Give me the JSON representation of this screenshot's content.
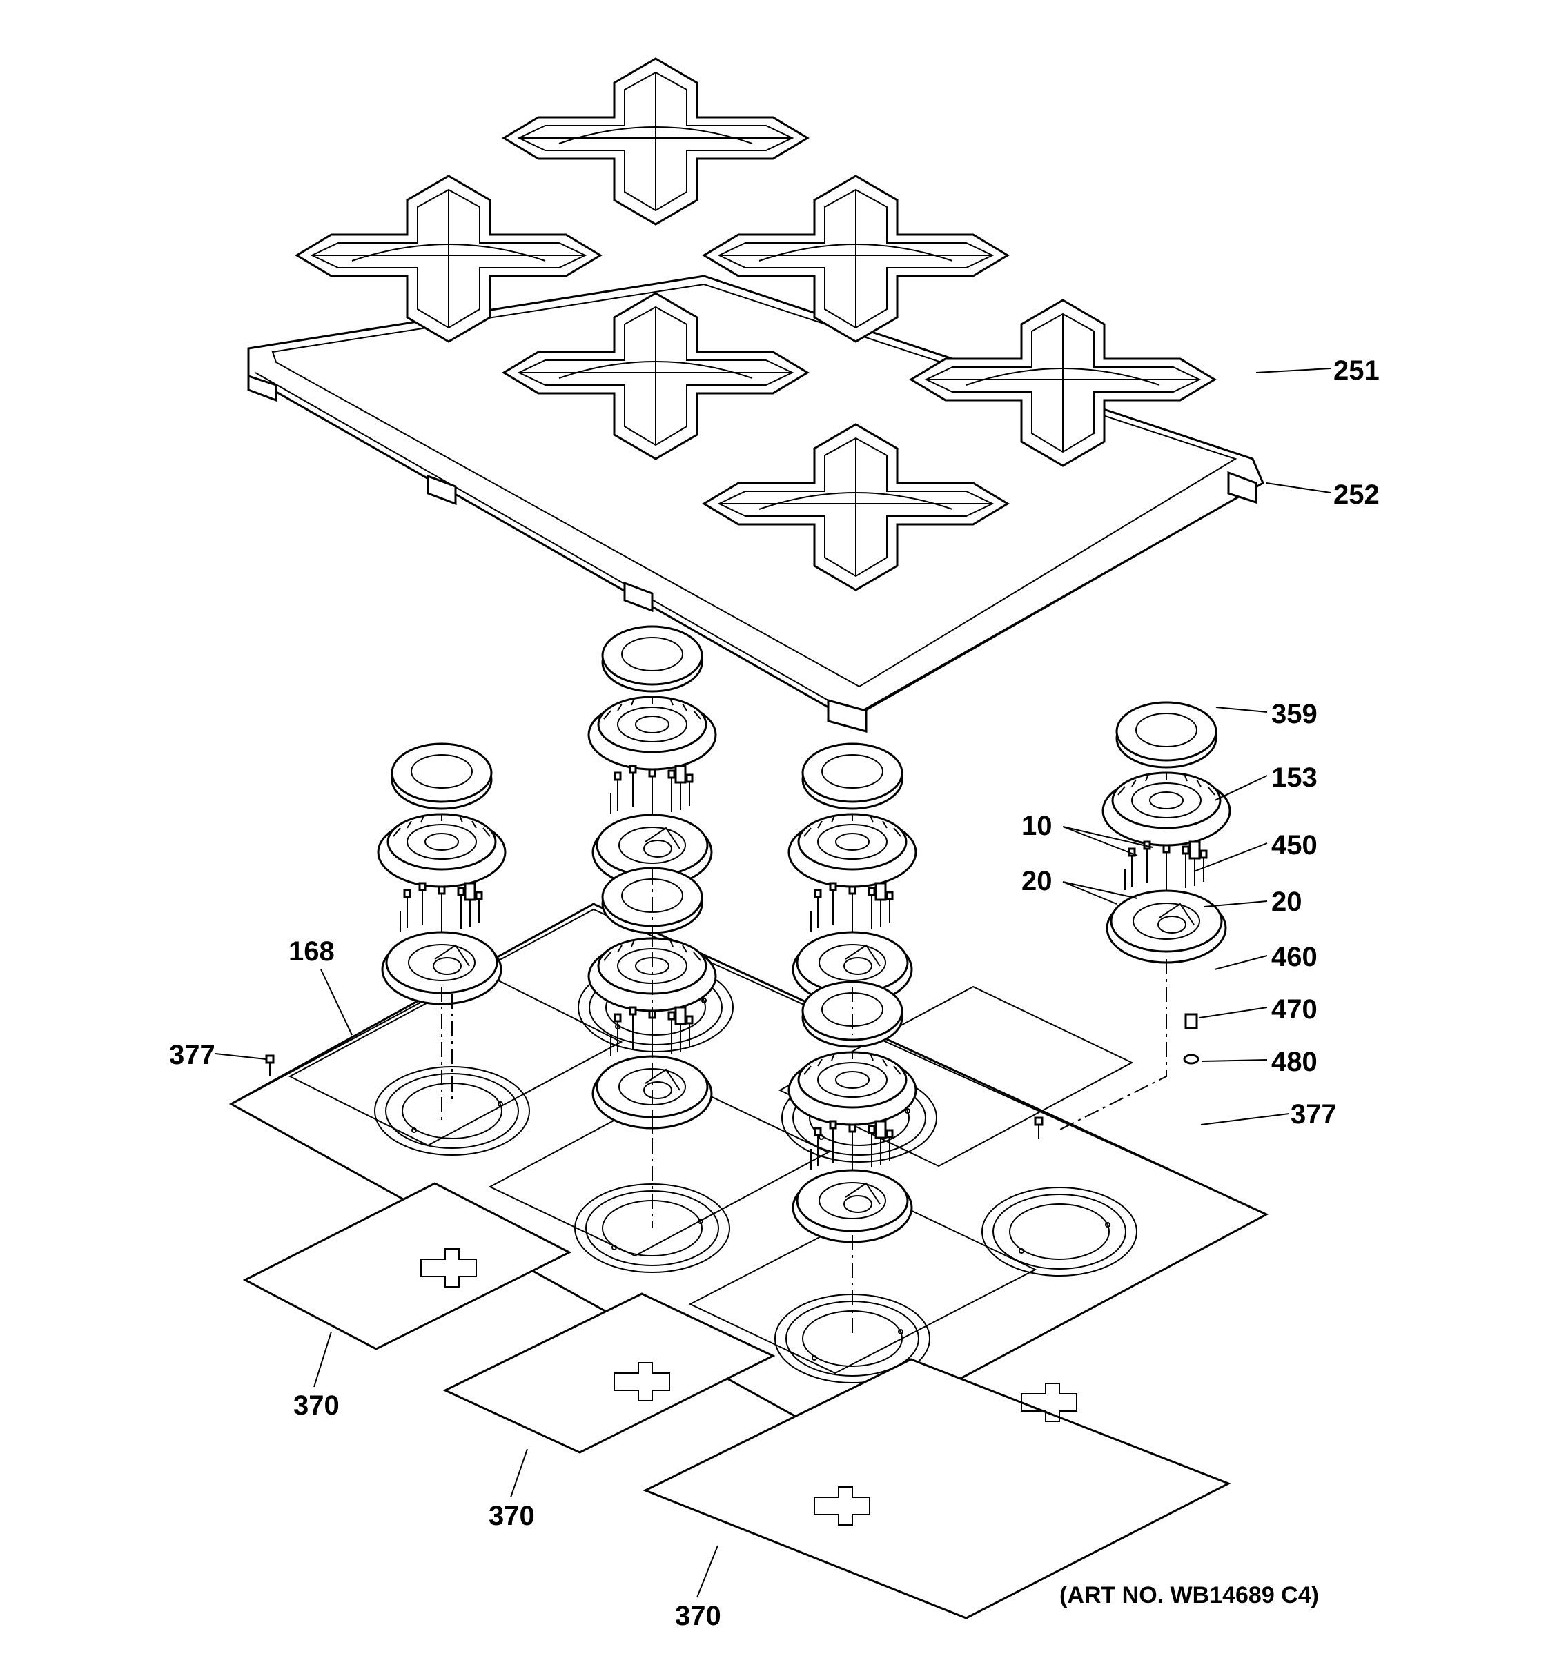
{
  "diagram": {
    "caption": "(ART NO. WB14689 C4)",
    "callouts": {
      "c251": "251",
      "c252": "252",
      "c359": "359",
      "c153": "153",
      "c10": "10",
      "c450": "450",
      "c20a": "20",
      "c20b": "20",
      "c460": "460",
      "c470": "470",
      "c480": "480",
      "c168": "168",
      "c377a": "377",
      "c377b": "377",
      "c370a": "370",
      "c370b": "370",
      "c370c": "370"
    }
  }
}
